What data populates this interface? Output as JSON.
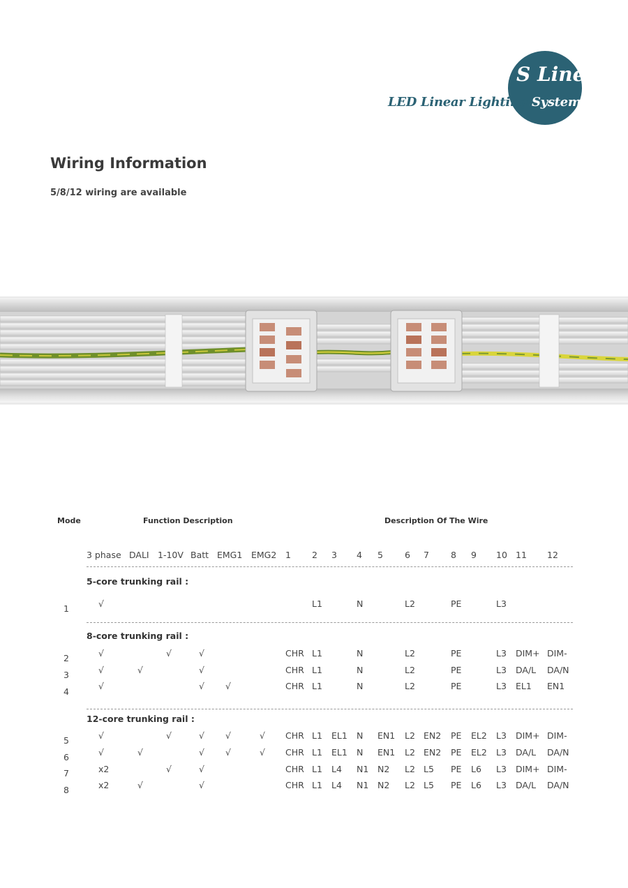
{
  "logo": {
    "brand": "S Line",
    "tagline_outside": "LED Linear Lighting",
    "tagline_inside": " System"
  },
  "title": "Wiring Information",
  "subtitle": "5/8/12 wiring are available",
  "table": {
    "headers": {
      "mode": "Mode",
      "function": "Function Description",
      "wire": "Description Of The Wire"
    },
    "columns": [
      "3 phase",
      "DALI",
      "1-10V",
      "Batt",
      "EMG1",
      "EMG2",
      "1",
      "2",
      "3",
      "4",
      "5",
      "6",
      "7",
      "8",
      "9",
      "10",
      "11",
      "12"
    ],
    "sections": [
      {
        "title": "5-core trunking rail :",
        "rows": [
          {
            "mode": "1",
            "cells": [
              "√",
              "",
              "",
              "",
              "",
              "",
              "",
              "L1",
              "",
              "N",
              "",
              "L2",
              "",
              "PE",
              "",
              "L3",
              "",
              ""
            ]
          }
        ]
      },
      {
        "title": "8-core trunking rail :",
        "rows": [
          {
            "mode": "2",
            "cells": [
              "√",
              "",
              "√",
              "√",
              "",
              "",
              "CHR",
              "L1",
              "",
              "N",
              "",
              "L2",
              "",
              "PE",
              "",
              "L3",
              "DIM+",
              "DIM-"
            ]
          },
          {
            "mode": "3",
            "cells": [
              "√",
              "√",
              "",
              "√",
              "",
              "",
              "CHR",
              "L1",
              "",
              "N",
              "",
              "L2",
              "",
              "PE",
              "",
              "L3",
              "DA/L",
              "DA/N"
            ]
          },
          {
            "mode": "4",
            "cells": [
              "√",
              "",
              "",
              "√",
              "√",
              "",
              "CHR",
              "L1",
              "",
              "N",
              "",
              "L2",
              "",
              "PE",
              "",
              "L3",
              "EL1",
              "EN1"
            ]
          }
        ]
      },
      {
        "title": "12-core trunking rail :",
        "rows": [
          {
            "mode": "5",
            "cells": [
              "√",
              "",
              "√",
              "√",
              "√",
              "√",
              "CHR",
              "L1",
              "EL1",
              "N",
              "EN1",
              "L2",
              "EN2",
              "PE",
              "EL2",
              "L3",
              "DIM+",
              "DIM-"
            ]
          },
          {
            "mode": "6",
            "cells": [
              "√",
              "√",
              "",
              "√",
              "√",
              "√",
              "CHR",
              "L1",
              "EL1",
              "N",
              "EN1",
              "L2",
              "EN2",
              "PE",
              "EL2",
              "L3",
              "DA/L",
              "DA/N"
            ]
          },
          {
            "mode": "7",
            "cells": [
              "x2",
              "",
              "√",
              "√",
              "",
              "",
              "CHR",
              "L1",
              "L4",
              "N1",
              "N2",
              "L2",
              "L5",
              "PE",
              "L6",
              "L3",
              "DIM+",
              "DIM-"
            ]
          },
          {
            "mode": "8",
            "cells": [
              "x2",
              "√",
              "",
              "√",
              "",
              "",
              "CHR",
              "L1",
              "L4",
              "N1",
              "N2",
              "L2",
              "L5",
              "PE",
              "L6",
              "L3",
              "DA/L",
              "DA/N"
            ]
          }
        ]
      }
    ]
  }
}
